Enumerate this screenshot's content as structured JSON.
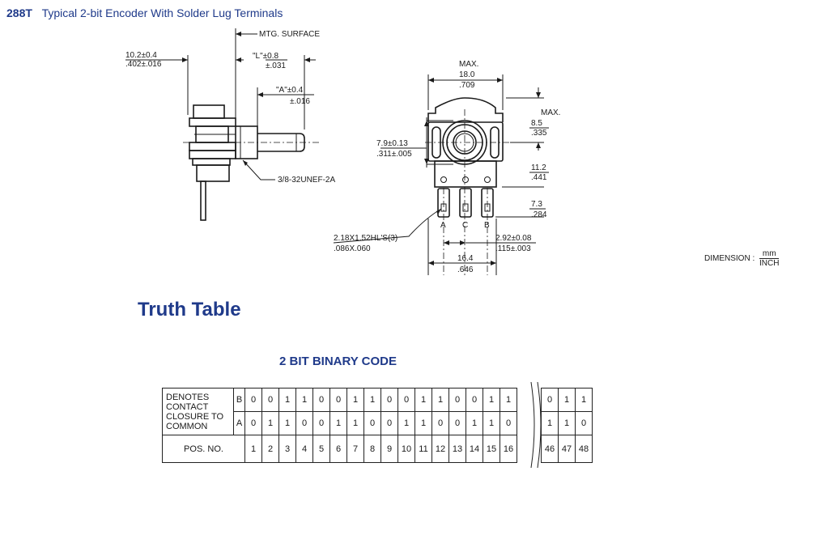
{
  "header": {
    "part_no": "288T",
    "title": "Typical 2-bit Encoder With Solder Lug Terminals"
  },
  "drawing": {
    "side": {
      "width_mm": "10.2±0.4",
      "width_in": ".402±.016",
      "mtg_surface": "MTG. SURFACE",
      "l_mm": "\"L\"±0.8",
      "l_in": "±.031",
      "a_mm": "\"A\"±0.4",
      "a_in": "±.016",
      "thread": "3/8-32UNEF-2A"
    },
    "front": {
      "max_label": "MAX.",
      "width_mm": "18.0",
      "width_in": ".709",
      "max_label_right": "MAX.",
      "h1_mm": "8.5",
      "h1_in": ".335",
      "shaft_mm": "7.9±0.13",
      "shaft_in": ".311±.005",
      "h2_mm": "11.2",
      "h2_in": ".441",
      "h3_mm": "7.3",
      "h3_in": ".284",
      "term_a": "A",
      "term_c": "C",
      "term_b": "B",
      "holes_mm": "2.18X1.52HL'S(3)",
      "holes_in": ".086X.060",
      "pitch_mm": "2.92±0.08",
      "pitch_in": ".115±.003",
      "span_mm": "16.4",
      "span_in": ".646"
    },
    "dimension_label": "DIMENSION :",
    "unit_mm": "mm",
    "unit_in": "INCH"
  },
  "truth_table": {
    "title": "Truth Table",
    "subtitle": "2 BIT BINARY CODE",
    "header_label": "DENOTES CONTACT CLOSURE TO COMMON",
    "row_b_label": "B",
    "row_a_label": "A",
    "pos_label": "POS.  NO.",
    "b": [
      "0",
      "0",
      "1",
      "1",
      "0",
      "0",
      "1",
      "1",
      "0",
      "0",
      "1",
      "1",
      "0",
      "0",
      "1",
      "1"
    ],
    "a": [
      "0",
      "1",
      "1",
      "0",
      "0",
      "1",
      "1",
      "0",
      "0",
      "1",
      "1",
      "0",
      "0",
      "1",
      "1",
      "0"
    ],
    "pos": [
      "1",
      "2",
      "3",
      "4",
      "5",
      "6",
      "7",
      "8",
      "9",
      "10",
      "11",
      "12",
      "13",
      "14",
      "15",
      "16"
    ],
    "b_cont": [
      "0",
      "1",
      "1"
    ],
    "a_cont": [
      "1",
      "1",
      "0"
    ],
    "pos_cont": [
      "46",
      "47",
      "48"
    ]
  }
}
